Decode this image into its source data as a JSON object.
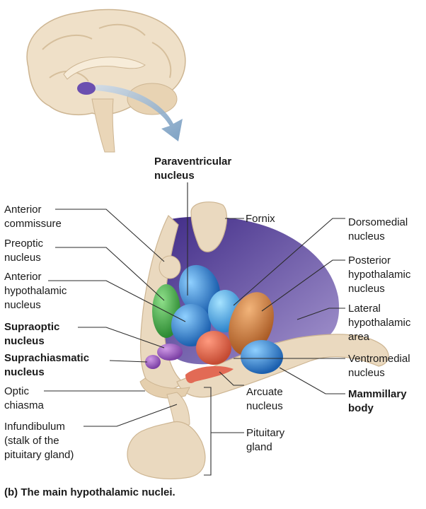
{
  "labels": {
    "paraventricular": "Paraventricular\nnucleus",
    "anterior_commissure": "Anterior\ncommissure",
    "preoptic": "Preoptic\nnucleus",
    "anterior_hypothalamic": "Anterior\nhypothalamic\nnucleus",
    "supraoptic": "Supraoptic\nnucleus",
    "suprachiasmatic": "Suprachiasmatic\nnucleus",
    "optic_chiasma": "Optic\nchiasma",
    "infundibulum": "Infundibulum\n(stalk of the\npituitary gland)",
    "fornix": "Fornix",
    "dorsomedial": "Dorsomedial\nnucleus",
    "posterior_hypothalamic": "Posterior\nhypothalamic\nnucleus",
    "lateral_hypothalamic": "Lateral\nhypothalamic\narea",
    "ventromedial": "Ventromedial\nnucleus",
    "mammillary": "Mammillary\nbody",
    "arcuate": "Arcuate\nnucleus",
    "pituitary": "Pituitary\ngland"
  },
  "caption": {
    "marker": "(b)",
    "text": "The main hypothalamic nuclei."
  },
  "colors": {
    "brain_tan": "#ead9bf",
    "hypothalamus_purple": "#5a3c99",
    "nucleus_blue": "#2f7fcf",
    "nucleus_green": "#4aa84a",
    "nucleus_orange": "#c87a3a",
    "nucleus_coral": "#e0654a",
    "nucleus_violet": "#9b5fc0",
    "arrow_blue": "#7ea4c6"
  }
}
